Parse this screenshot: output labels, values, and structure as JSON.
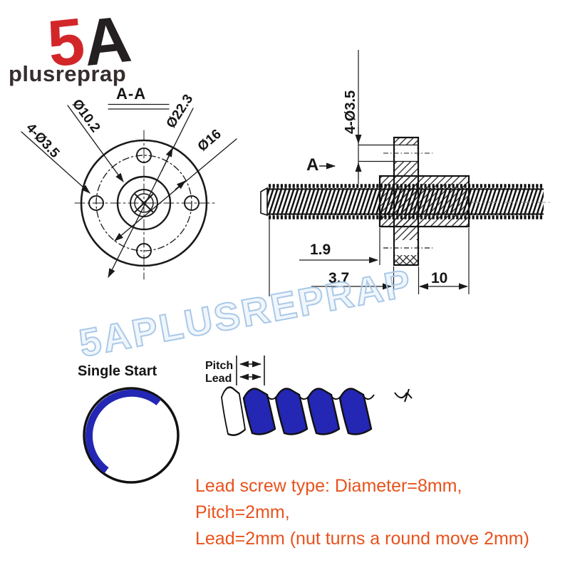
{
  "brand": {
    "logo_char_left": "5",
    "logo_char_right": "A",
    "wordmark": "plusreprap"
  },
  "watermark_text": "5APLUSREPRAP",
  "front_view": {
    "section_title": "A-A",
    "dim_mount_holes": "4-Ø3.5",
    "dim_hub_diameter": "Ø10.2",
    "dim_outer_diameter": "Ø22.3",
    "dim_bolt_circle": "Ø16"
  },
  "side_view": {
    "dim_mount_holes": "4-Ø3.5",
    "section_arrow_label": "A",
    "dim_thread_start": "1.9",
    "dim_flange_offset": "3.7",
    "dim_body_length": "10"
  },
  "thread_diagram": {
    "single_start_label": "Single Start",
    "pitch_label": "Pitch",
    "lead_label": "Lead"
  },
  "description_lines": [
    "Lead screw type: Diameter=8mm,",
    "Pitch=2mm,",
    "Lead=2mm (nut turns a round move 2mm)"
  ],
  "colors": {
    "c-orange": "#e8521c",
    "c-thread-blue": "#2426b4",
    "c-logo-red": "#d22629",
    "c-ink": "#1a1a1a",
    "c-watermark": "#a9c9e9",
    "c-wordmark": "#362d2f"
  }
}
